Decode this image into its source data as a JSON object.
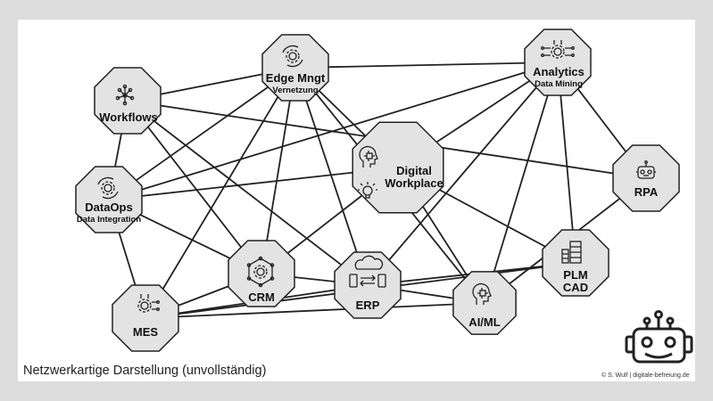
{
  "nodes": {
    "workflows": {
      "title": "Workflows",
      "icon": "network-brain-icon"
    },
    "edge": {
      "title": "Edge Mngt",
      "subtitle": "Vernetzung",
      "icon": "gear-cycle-icon"
    },
    "analytics": {
      "title": "Analytics",
      "subtitle": "Data Mining",
      "icon": "gear-circuit-icon"
    },
    "digital": {
      "title": "Digital",
      "title2": "Workplace",
      "icon": "ai-head-lightbulb-icon"
    },
    "rpa": {
      "title": "RPA",
      "icon": "robot-icon"
    },
    "dataops": {
      "title": "DataOps",
      "subtitle": "Data Integration",
      "icon": "gear-cycle-icon"
    },
    "crm": {
      "title": "CRM",
      "icon": "gear-hexagon-network-icon"
    },
    "erp": {
      "title": "ERP",
      "icon": "cloud-devices-icon"
    },
    "aiml": {
      "title": "AI/ML",
      "icon": "ai-head-icon"
    },
    "plm": {
      "title": "PLM",
      "title2": "CAD",
      "icon": "server-rack-icon"
    },
    "mes": {
      "title": "MES",
      "icon": "gear-circuit-icon"
    }
  },
  "edges": [
    [
      "workflows",
      "edge"
    ],
    [
      "workflows",
      "crm"
    ],
    [
      "workflows",
      "erp"
    ],
    [
      "workflows",
      "rpa"
    ],
    [
      "workflows",
      "dataops"
    ],
    [
      "edge",
      "analytics"
    ],
    [
      "edge",
      "dataops"
    ],
    [
      "edge",
      "crm"
    ],
    [
      "edge",
      "erp"
    ],
    [
      "edge",
      "aiml"
    ],
    [
      "edge",
      "mes"
    ],
    [
      "edge",
      "digital"
    ],
    [
      "analytics",
      "dataops"
    ],
    [
      "analytics",
      "rpa"
    ],
    [
      "analytics",
      "plm"
    ],
    [
      "analytics",
      "erp"
    ],
    [
      "analytics",
      "aiml"
    ],
    [
      "analytics",
      "digital"
    ],
    [
      "digital",
      "dataops"
    ],
    [
      "digital",
      "crm"
    ],
    [
      "digital",
      "plm"
    ],
    [
      "digital",
      "aiml"
    ],
    [
      "rpa",
      "aiml"
    ],
    [
      "dataops",
      "crm"
    ],
    [
      "crm",
      "erp"
    ],
    [
      "erp",
      "aiml"
    ],
    [
      "erp",
      "plm"
    ],
    [
      "crm",
      "mes"
    ],
    [
      "mes",
      "aiml"
    ],
    [
      "mes",
      "plm"
    ],
    [
      "mes",
      "erp"
    ],
    [
      "dataops",
      "mes"
    ]
  ],
  "caption": "Netzwerkartige Darstellung (unvollständig)",
  "credit": "© S. Wulf  |  digitale-befreiung.de",
  "logo_icon": "robot-logo-icon",
  "colors": {
    "node_fill": "#e3e3e3",
    "stroke": "#222222",
    "frame": "#dcdcdc"
  }
}
